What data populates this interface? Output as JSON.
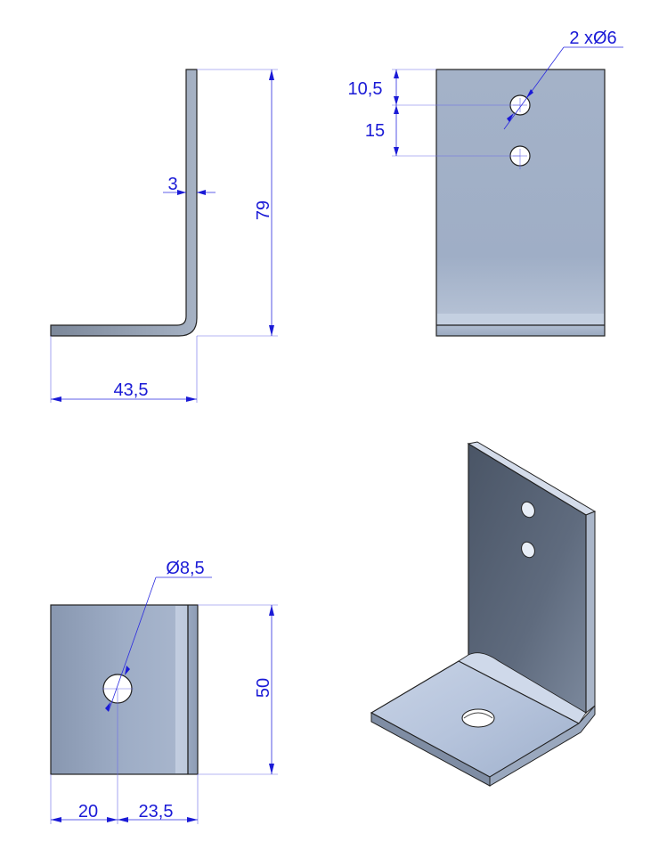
{
  "drawing": {
    "side_view": {
      "thickness": "3",
      "height": "79",
      "length": "43,5"
    },
    "front_view": {
      "hole_callout": "2 xØ6",
      "top_offset": "10,5",
      "hole_spacing": "15"
    },
    "top_view": {
      "hole_callout": "Ø8,5",
      "width": "50",
      "hole_x": "20",
      "remaining": "23,5"
    }
  },
  "colors": {
    "dimension": "#1a1ad6",
    "face_light": "#b9c7df",
    "face_dark": "#5d6b7f",
    "edge": "#222222"
  }
}
